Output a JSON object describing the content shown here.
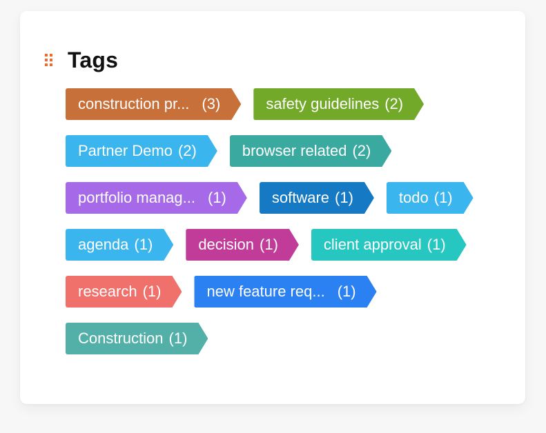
{
  "panel": {
    "title": "Tags"
  },
  "tags": [
    {
      "name": "construction pr...",
      "count": "(3)",
      "color": "#c8703a",
      "truncated": true
    },
    {
      "name": "safety guidelines",
      "count": "(2)",
      "color": "#73a928",
      "truncated": false
    },
    {
      "name": "Partner Demo",
      "count": "(2)",
      "color": "#3ab5ee",
      "truncated": false
    },
    {
      "name": "browser related",
      "count": "(2)",
      "color": "#3aa9a0",
      "truncated": false
    },
    {
      "name": "portfolio manag...",
      "count": "(1)",
      "color": "#a66ae8",
      "truncated": true
    },
    {
      "name": "software",
      "count": "(1)",
      "color": "#1579c4",
      "truncated": false
    },
    {
      "name": "todo",
      "count": "(1)",
      "color": "#3ab5ee",
      "truncated": false
    },
    {
      "name": "agenda",
      "count": "(1)",
      "color": "#3ab5ee",
      "truncated": false
    },
    {
      "name": "decision",
      "count": "(1)",
      "color": "#c13b99",
      "truncated": false
    },
    {
      "name": "client approval",
      "count": "(1)",
      "color": "#25c7c0",
      "truncated": false
    },
    {
      "name": "research",
      "count": "(1)",
      "color": "#f0706b",
      "truncated": false
    },
    {
      "name": "new feature req...",
      "count": "(1)",
      "color": "#2b80f2",
      "truncated": true
    },
    {
      "name": "Construction",
      "count": "(1)",
      "color": "#52b0a8",
      "truncated": false
    }
  ]
}
